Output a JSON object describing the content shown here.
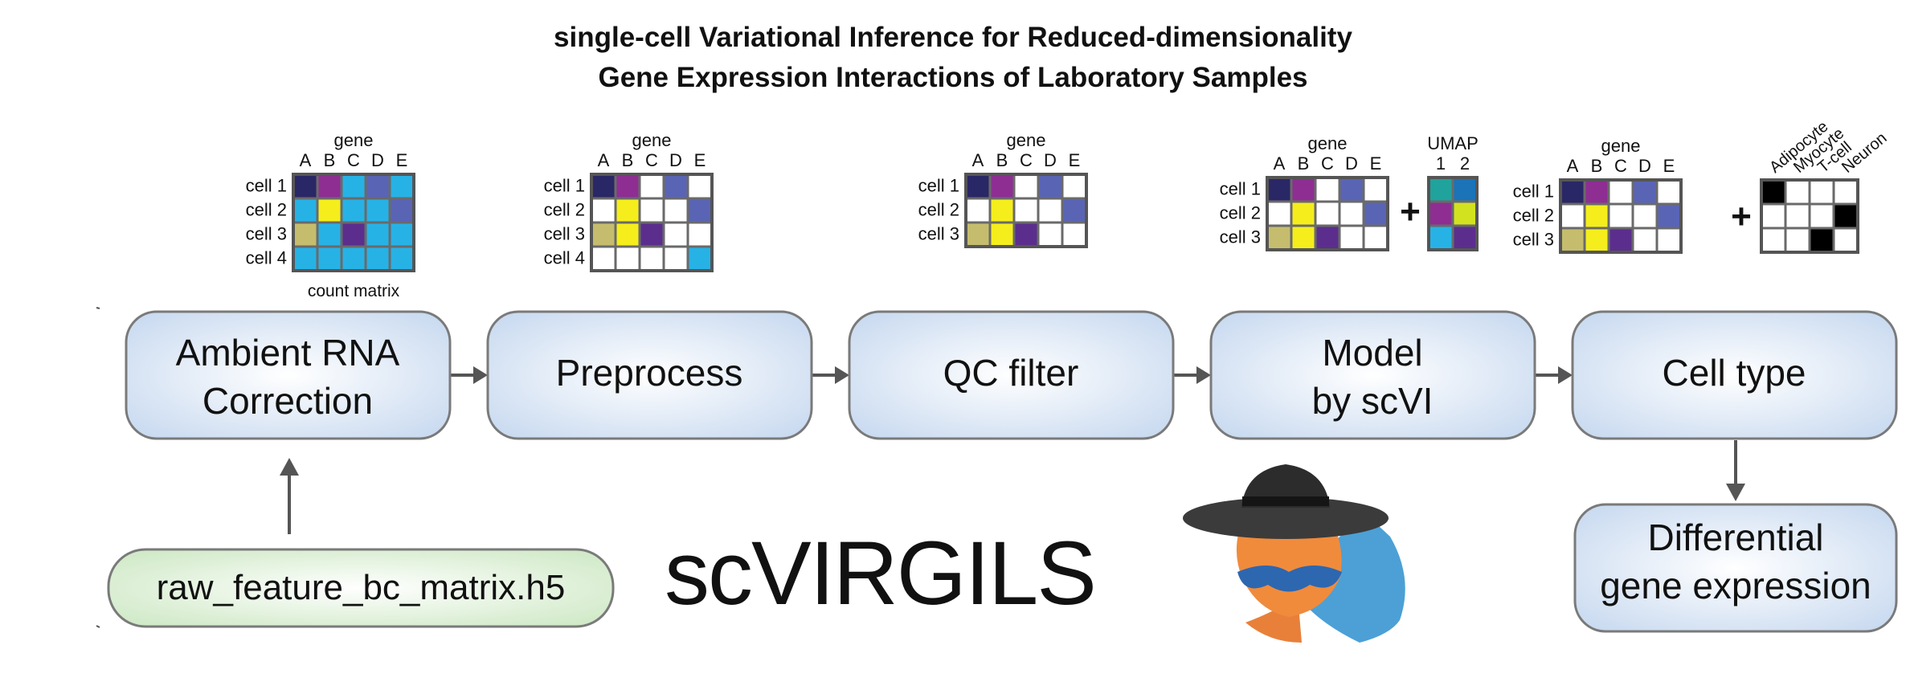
{
  "title": {
    "line1": "single-cell Variational Inference for Reduced-dimensionality",
    "line2": "Gene Expression Interactions of Laboratory Samples"
  },
  "logo_text": "scVIRGILS",
  "input_file": "raw_feature_bc_matrix.h5",
  "steps": [
    {
      "lines": [
        "Ambient RNA",
        "Correction"
      ]
    },
    {
      "lines": [
        "Preprocess"
      ]
    },
    {
      "lines": [
        "QC filter"
      ]
    },
    {
      "lines": [
        "Model",
        "by scVI"
      ]
    },
    {
      "lines": [
        "Cell type"
      ]
    }
  ],
  "output_step": {
    "lines": [
      "Differential",
      "gene expression"
    ]
  },
  "plus_sign": "+",
  "matrix_labels": {
    "gene_header": "gene",
    "gene_columns": [
      "A",
      "B",
      "C",
      "D",
      "E"
    ],
    "count_matrix_caption": "count matrix",
    "umap_header": "UMAP",
    "umap_columns": [
      "1",
      "2"
    ],
    "cell_types": [
      "Adipocyte",
      "Myocyte",
      "T-cell",
      "Neuron"
    ]
  },
  "colors": {
    "navy": "#2a2766",
    "purple": "#8e2e93",
    "cyan": "#27b2e6",
    "periwinkle": "#5a64b5",
    "yellow": "#f5ee1c",
    "olive": "#c5bd6d",
    "violet": "#5b2e8d",
    "teal": "#1fa39c",
    "blue": "#1b73b8",
    "lime": "#d3e21f",
    "grey_border": "#666666",
    "black": "#000000",
    "white": "#ffffff",
    "step_box_fill": "#d7e4f4",
    "input_box_fill": "#d9efd3"
  },
  "matrices": [
    {
      "name": "count-matrix",
      "row_labels": [
        "cell 1",
        "cell 2",
        "cell 3",
        "cell 4"
      ],
      "cells": [
        [
          "navy",
          "purple",
          "cyan",
          "periwinkle",
          "cyan"
        ],
        [
          "cyan",
          "yellow",
          "cyan",
          "cyan",
          "periwinkle"
        ],
        [
          "olive",
          "cyan",
          "violet",
          "cyan",
          "cyan"
        ],
        [
          "cyan",
          "cyan",
          "cyan",
          "cyan",
          "cyan"
        ]
      ]
    },
    {
      "name": "preprocess-matrix",
      "row_labels": [
        "cell 1",
        "cell 2",
        "cell 3",
        "cell 4"
      ],
      "cells": [
        [
          "navy",
          "purple",
          "white",
          "periwinkle",
          "white"
        ],
        [
          "white",
          "yellow",
          "white",
          "white",
          "periwinkle"
        ],
        [
          "olive",
          "yellow",
          "violet",
          "white",
          "white"
        ],
        [
          "white",
          "white",
          "white",
          "white",
          "cyan"
        ]
      ]
    },
    {
      "name": "qc-matrix",
      "row_labels": [
        "cell 1",
        "cell 2",
        "cell 3"
      ],
      "cells": [
        [
          "navy",
          "purple",
          "white",
          "periwinkle",
          "white"
        ],
        [
          "white",
          "yellow",
          "white",
          "white",
          "periwinkle"
        ],
        [
          "olive",
          "yellow",
          "violet",
          "white",
          "white"
        ]
      ]
    },
    {
      "name": "model-matrix",
      "row_labels": [
        "cell 1",
        "cell 2",
        "cell 3"
      ],
      "cells": [
        [
          "navy",
          "purple",
          "white",
          "periwinkle",
          "white"
        ],
        [
          "white",
          "yellow",
          "white",
          "white",
          "periwinkle"
        ],
        [
          "olive",
          "yellow",
          "violet",
          "white",
          "white"
        ]
      ]
    },
    {
      "name": "umap-matrix",
      "cells": [
        [
          "teal",
          "blue"
        ],
        [
          "purple",
          "lime"
        ],
        [
          "cyan",
          "violet"
        ]
      ]
    },
    {
      "name": "celltype-gene-matrix",
      "row_labels": [
        "cell 1",
        "cell 2",
        "cell 3"
      ],
      "cells": [
        [
          "navy",
          "purple",
          "white",
          "periwinkle",
          "white"
        ],
        [
          "white",
          "yellow",
          "white",
          "white",
          "periwinkle"
        ],
        [
          "olive",
          "yellow",
          "violet",
          "white",
          "white"
        ]
      ]
    },
    {
      "name": "celltype-onehot-matrix",
      "cells": [
        [
          "black",
          "white",
          "white",
          "white"
        ],
        [
          "white",
          "white",
          "white",
          "black"
        ],
        [
          "white",
          "white",
          "black",
          "white"
        ]
      ]
    }
  ]
}
